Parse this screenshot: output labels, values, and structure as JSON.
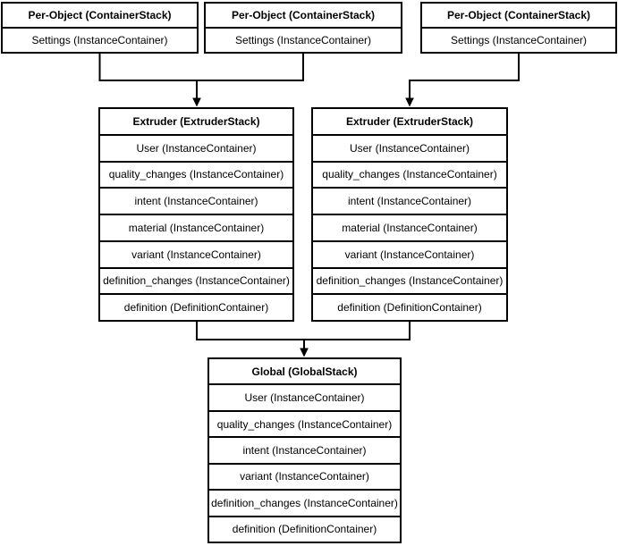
{
  "diagram": {
    "background_color": "#ffffff",
    "line_color": "#000000",
    "text_color": "#000000",
    "boxes": {
      "per_object_1": {
        "title": "Per-Object (ContainerStack)",
        "rows": [
          "Settings (InstanceContainer)"
        ]
      },
      "per_object_2": {
        "title": "Per-Object (ContainerStack)",
        "rows": [
          "Settings (InstanceContainer)"
        ]
      },
      "per_object_3": {
        "title": "Per-Object (ContainerStack)",
        "rows": [
          "Settings (InstanceContainer)"
        ]
      },
      "extruder_left": {
        "title": "Extruder (ExtruderStack)",
        "rows": [
          "User (InstanceContainer)",
          "quality_changes (InstanceContainer)",
          "intent (InstanceContainer)",
          "material (InstanceContainer)",
          "variant (InstanceContainer)",
          "definition_changes (InstanceContainer)",
          "definition (DefinitionContainer)"
        ]
      },
      "extruder_right": {
        "title": "Extruder (ExtruderStack)",
        "rows": [
          "User (InstanceContainer)",
          "quality_changes (InstanceContainer)",
          "intent (InstanceContainer)",
          "material (InstanceContainer)",
          "variant (InstanceContainer)",
          "definition_changes (InstanceContainer)",
          "definition (DefinitionContainer)"
        ]
      },
      "global": {
        "title": "Global (GlobalStack)",
        "rows": [
          "User (InstanceContainer)",
          "quality_changes (InstanceContainer)",
          "intent (InstanceContainer)",
          "variant (InstanceContainer)",
          "definition_changes (InstanceContainer)",
          "definition (DefinitionContainer)"
        ]
      }
    }
  }
}
